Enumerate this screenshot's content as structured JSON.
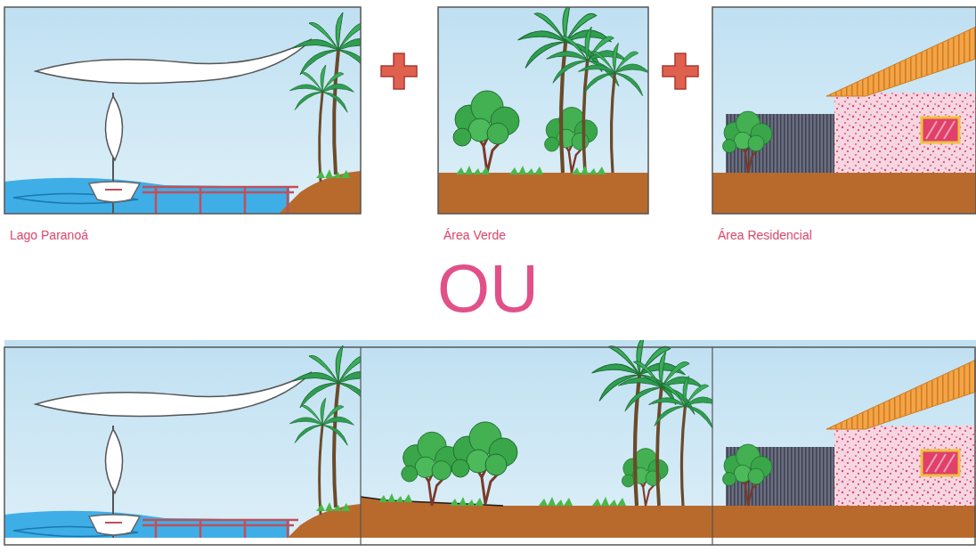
{
  "diagram": {
    "nodes": [
      {
        "text": [
          "Lago Paranoá"
        ]
      },
      {
        "text": [
          "Área Verde"
        ]
      },
      {
        "text": [
          "Área Residencial"
        ]
      }
    ],
    "labels": [
      "OU"
    ]
  }
}
